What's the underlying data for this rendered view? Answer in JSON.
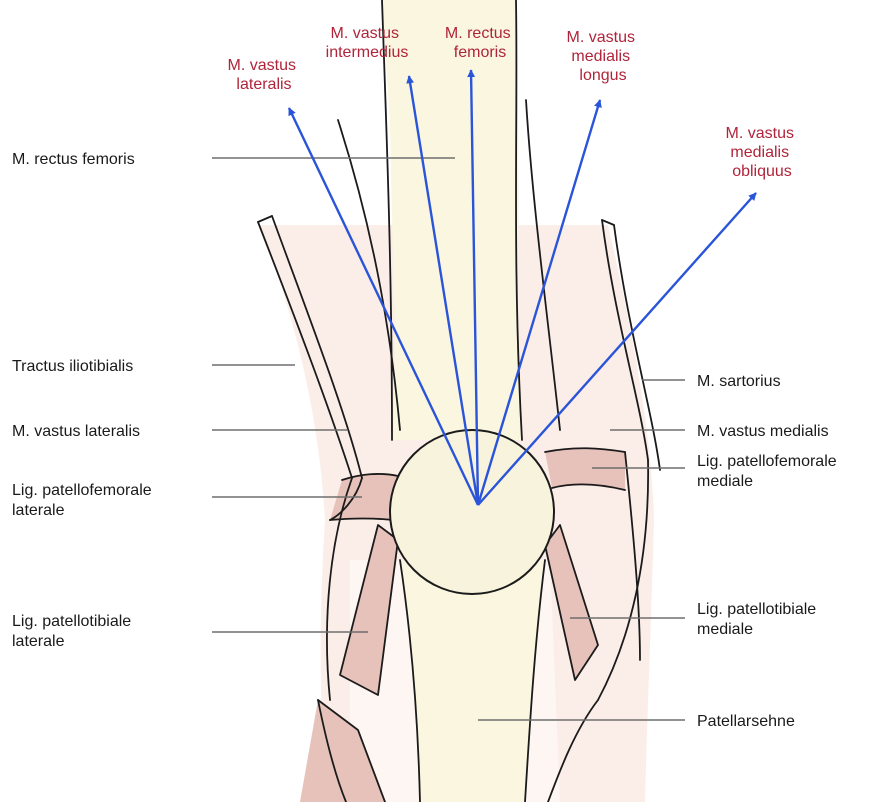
{
  "colors": {
    "muscle": "#fbeee9",
    "ligament": "#e6c2ba",
    "bone": "#f8f3dc",
    "tendon": "#faf6e0",
    "outline": "#1b1b1b",
    "leader": "#6e6e6e",
    "arrow": "#2b55d8",
    "arrow_label": "#b0243a"
  },
  "left_labels": [
    {
      "lines": [
        "M. rectus femoris"
      ]
    },
    {
      "lines": [
        "Tractus iliotibialis"
      ]
    },
    {
      "lines": [
        "M. vastus lateralis"
      ]
    },
    {
      "lines": [
        "Lig. patellofemorale",
        "laterale"
      ]
    },
    {
      "lines": [
        "Lig. patellotibiale",
        "laterale"
      ]
    }
  ],
  "right_labels": [
    {
      "lines": [
        "M. sartorius"
      ]
    },
    {
      "lines": [
        "M. vastus medialis"
      ]
    },
    {
      "lines": [
        "Lig. patellofemorale",
        "mediale"
      ]
    },
    {
      "lines": [
        "Lig. patellotibiale",
        "mediale"
      ]
    },
    {
      "lines": [
        "Patellarsehne"
      ]
    }
  ],
  "arrow_labels": [
    {
      "lines": [
        "M. vastus",
        "lateralis"
      ]
    },
    {
      "lines": [
        "M. vastus",
        "intermedius"
      ]
    },
    {
      "lines": [
        "M. rectus",
        "femoris"
      ]
    },
    {
      "lines": [
        "M. vastus",
        "medialis",
        "longus"
      ]
    },
    {
      "lines": [
        "M. vastus",
        "medialis",
        "obliquus"
      ]
    }
  ]
}
